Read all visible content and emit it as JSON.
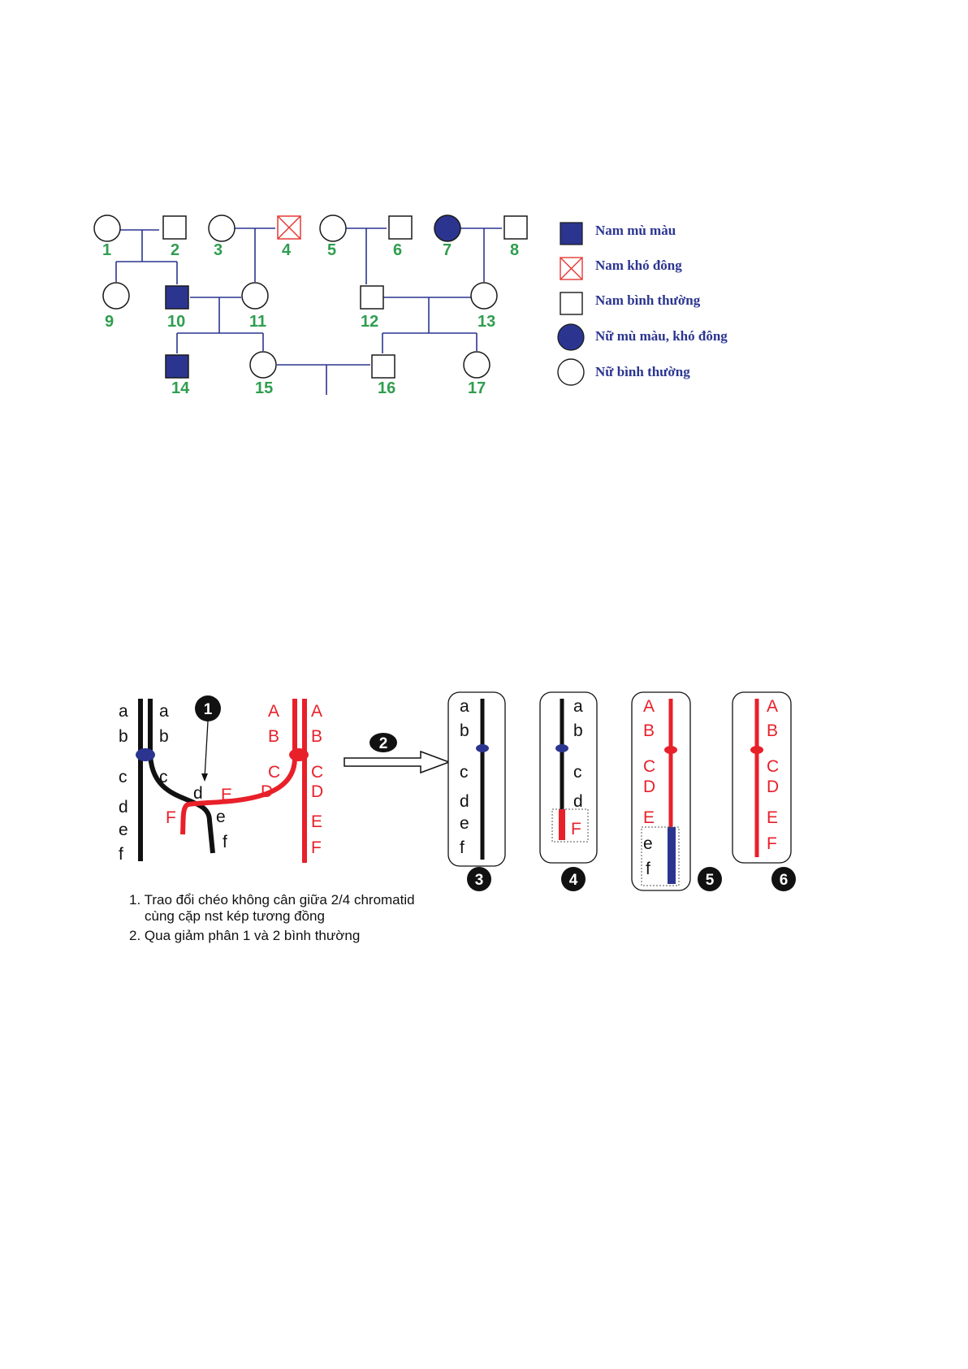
{
  "pedigree": {
    "numbers": [
      "1",
      "2",
      "3",
      "4",
      "5",
      "6",
      "7",
      "8",
      "9",
      "10",
      "11",
      "12",
      "13",
      "14",
      "15",
      "16",
      "17"
    ],
    "legend": [
      {
        "label": "Nam mù màu",
        "icon": "filled-square-icon"
      },
      {
        "label": "Nam khó đông",
        "icon": "crossed-square-icon"
      },
      {
        "label": "Nam bình thường",
        "icon": "empty-square-icon"
      },
      {
        "label": "Nữ mù màu, khó đông",
        "icon": "filled-circle-icon"
      },
      {
        "label": "Nữ bình thường",
        "icon": "empty-circle-icon"
      }
    ],
    "colors": {
      "line": "#2b3590",
      "affected": "#2b3590",
      "hemophilia": "#e53935",
      "number": "#2f9e4f"
    }
  },
  "chromosome": {
    "lowercase_genes": [
      "a",
      "b",
      "c",
      "d",
      "e",
      "f"
    ],
    "uppercase_genes": [
      "A",
      "B",
      "C",
      "D",
      "E",
      "F"
    ],
    "badges": [
      "1",
      "2",
      "3",
      "4",
      "5",
      "6"
    ],
    "notes": [
      "1. Trao đổi chéo không cân giữa 2/4 chromatid",
      "cùng cặp nst kép tương đồng",
      "2. Qua giảm phân 1 và 2 bình thường"
    ],
    "colors": {
      "black": "#111111",
      "red": "#e8202a",
      "blue": "#2b3590"
    }
  }
}
